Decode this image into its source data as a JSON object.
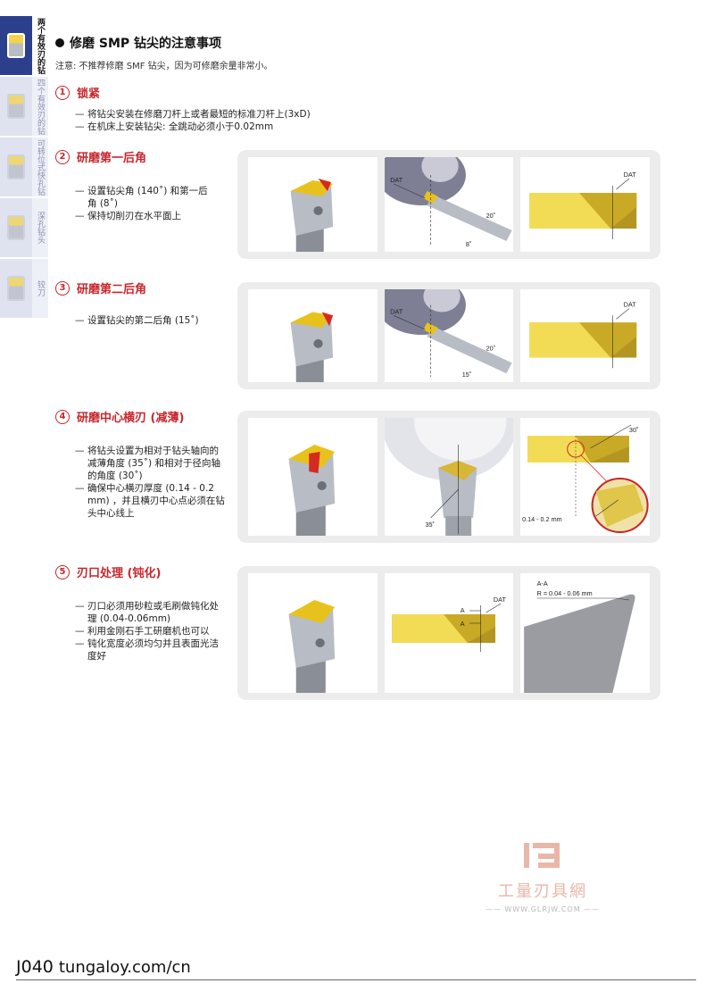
{
  "side_tabs": [
    {
      "label": "两个有效刃的钻头",
      "active": true
    },
    {
      "label": "四个有效刃的钻头",
      "active": false
    },
    {
      "label": "可转位式快孔钻",
      "active": false
    },
    {
      "label": "深孔钻头",
      "active": false
    },
    {
      "label": "铰刀",
      "active": false
    }
  ],
  "header": {
    "title": "修磨 SMP 钻尖的注意事项",
    "notice": "注意: 不推荐修磨 SMF 钻尖，因为可修磨余量非常小。"
  },
  "sections": [
    {
      "num": "①",
      "title": "锁紧",
      "bullets": [
        "将钻尖安装在修磨刀杆上或者最短的标准刀杆上(3xD)",
        "在机床上安装钻尖: 全跳动必须小于0.02mm"
      ]
    },
    {
      "num": "②",
      "title": "研磨第一后角",
      "bullets": [
        "设置钻尖角 (140˚) 和第一后角 (8˚)",
        "保持切削刃在水平面上"
      ],
      "labels": {
        "dat1": "DAT",
        "ang1": "20˚",
        "ang2": "8˚",
        "dat2": "DAT"
      }
    },
    {
      "num": "③",
      "title": "研磨第二后角",
      "bullets": [
        "设置钻尖的第二后角 (15˚)"
      ],
      "labels": {
        "dat1": "DAT",
        "ang1": "20˚",
        "ang2": "15˚",
        "dat2": "DAT"
      }
    },
    {
      "num": "④",
      "title": "研磨中心横刃 (减薄)",
      "bullets": [
        "将钻头设置为相对于钻头轴向的减薄角度 (35˚) 和相对于径向轴的角度 (30˚)",
        "确保中心横刃厚度 (0.14 - 0.2 mm) ，并且横刃中心点必须在钻头中心线上"
      ],
      "labels": {
        "ang35": "35˚",
        "ang30": "30˚",
        "thick": "0.14 - 0.2 mm"
      }
    },
    {
      "num": "⑤",
      "title": "刃口处理 (钝化)",
      "bullets": [
        "刃口必须用砂粒或毛刷做钝化处理 (0.04-0.06mm)",
        "利用金刚石手工研磨机也可以",
        "钝化宽度必须均匀并且表面光洁度好"
      ],
      "labels": {
        "a1": "A",
        "a2": "A",
        "dat": "DAT",
        "section": "A-A",
        "radius": "R = 0.04 - 0.06 mm"
      }
    }
  ],
  "watermark": {
    "title": "工量刃具網",
    "url": "—— WWW.GLRJW.COM ——"
  },
  "footer": {
    "page": "J040",
    "url": "tungaloy.com/cn"
  },
  "colors": {
    "accent": "#c8262b",
    "gold": "#e8c21c",
    "tab_active": "#2c3f8d",
    "panel_bg": "#ececec"
  }
}
